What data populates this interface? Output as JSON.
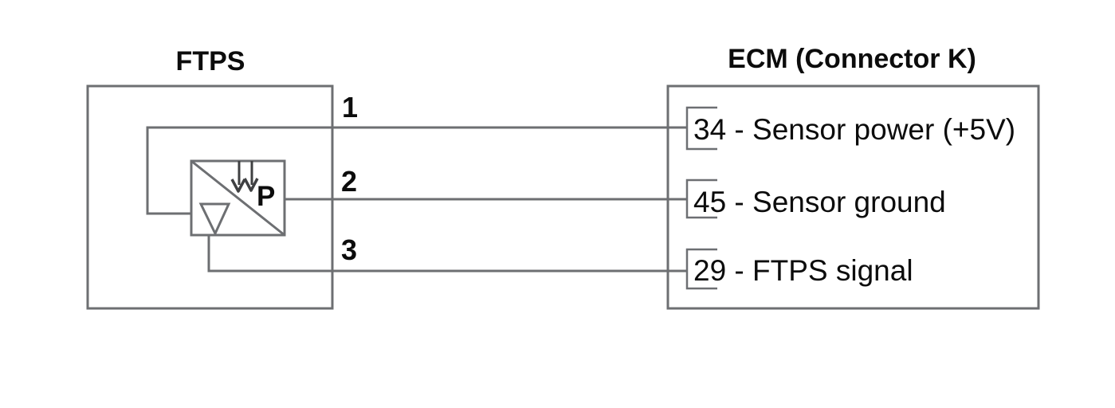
{
  "diagram_type": "wiring-schematic",
  "colors": {
    "line": "#6d6f72",
    "text": "#0c0c0c",
    "background": "#ffffff"
  },
  "ftps": {
    "title": "FTPS",
    "pressure_label": "P"
  },
  "ecm": {
    "title": "ECM (Connector K)",
    "pins": [
      {
        "pin": "34",
        "label": "34 - Sensor power (+5V)"
      },
      {
        "pin": "45",
        "label": "45 - Sensor ground"
      },
      {
        "pin": "29",
        "label": "29 - FTPS signal"
      }
    ]
  },
  "wires": [
    {
      "number": "1"
    },
    {
      "number": "2"
    },
    {
      "number": "3"
    }
  ]
}
